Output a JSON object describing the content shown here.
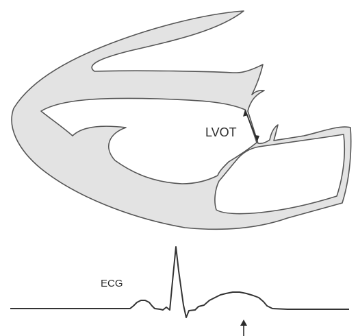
{
  "labels": {
    "lvot": "LVOT",
    "ecg": "ECG"
  },
  "colors": {
    "tissue_fill": "#e3e3e3",
    "outline": "#555555",
    "ink": "#2b2b2b",
    "background": "#ffffff"
  },
  "icons": {
    "lvot_marker": "double-headed-arrow",
    "timing_marker": "up-arrow"
  }
}
